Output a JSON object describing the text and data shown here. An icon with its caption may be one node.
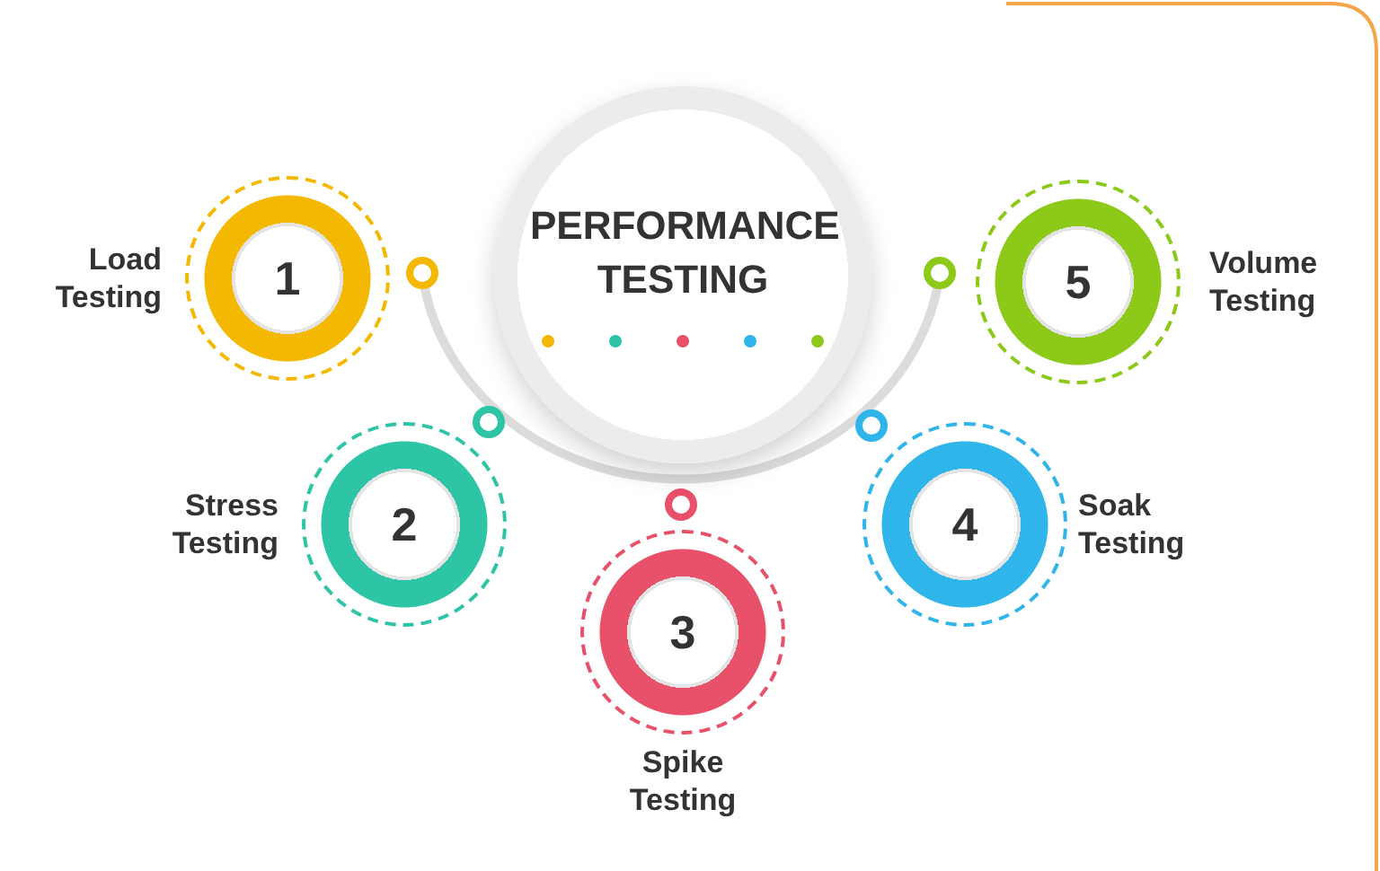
{
  "diagram": {
    "nodes": [
      {
        "text": [
          "PERFORMANCE TESTING"
        ]
      },
      {
        "text": [
          "1"
        ],
        "beside": [
          "Load Testing"
        ]
      },
      {
        "text": [
          "2"
        ],
        "beside": [
          "Stress Testing"
        ]
      },
      {
        "text": [
          "3"
        ],
        "beside": [
          "Spike Testing"
        ]
      },
      {
        "text": [
          "4"
        ],
        "beside": [
          "Soak Testing"
        ]
      },
      {
        "text": [
          "5"
        ],
        "beside": [
          "Volume Testing"
        ]
      }
    ],
    "edges": []
  }
}
